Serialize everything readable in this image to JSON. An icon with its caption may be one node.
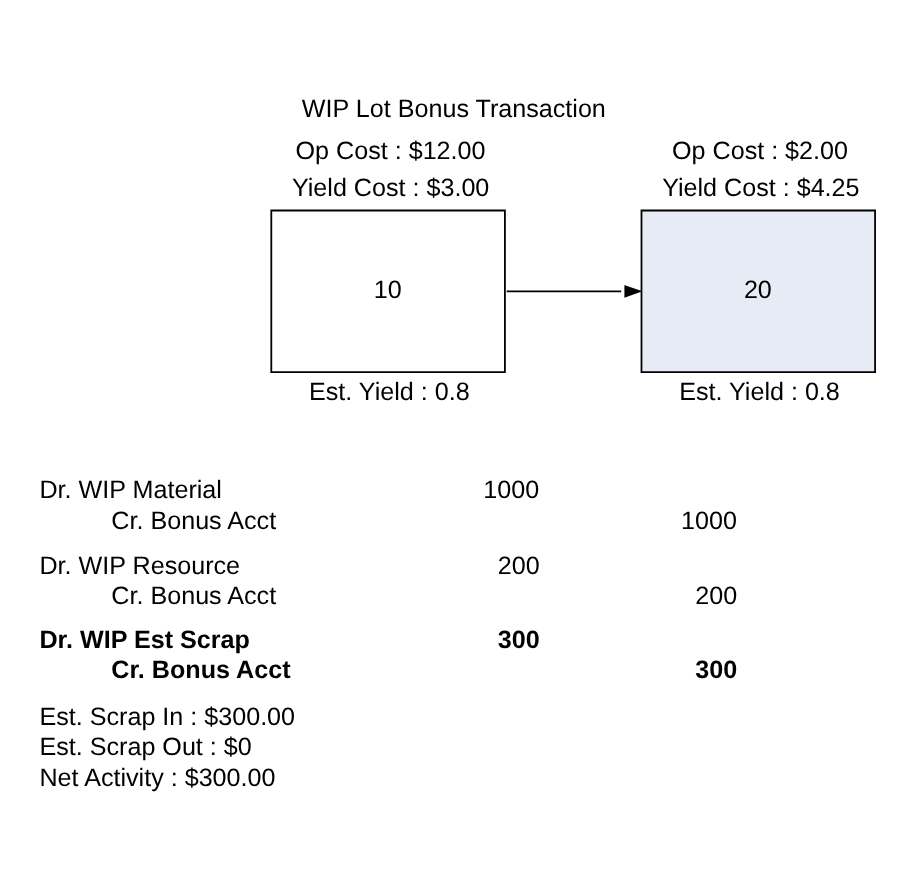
{
  "diagram": {
    "title": "WIP Lot Bonus Transaction",
    "nodes": [
      {
        "text": [
          "10"
        ],
        "beside": [
          "Op Cost : $12.00",
          "Yield Cost : $3.00",
          "Est. Yield : 0.8"
        ]
      },
      {
        "text": [
          "20"
        ],
        "beside": [
          "Op Cost : $2.00",
          "Yield Cost : $4.25",
          "Est. Yield : 0.8"
        ]
      }
    ],
    "edges": [
      {
        "from": 0,
        "to": 1,
        "arrow": "to"
      }
    ],
    "labels": [
      "Dr. WIP Material",
      "1000",
      "Cr. Bonus Acct",
      "1000",
      "Dr. WIP Resource",
      "200",
      "Cr. Bonus Acct",
      "200",
      "Dr. WIP Est Scrap",
      "300",
      "Cr. Bonus Acct",
      "300",
      "Est. Scrap In : $300.00",
      "Est. Scrap Out : $0",
      "Net Activity : $300.00"
    ]
  }
}
